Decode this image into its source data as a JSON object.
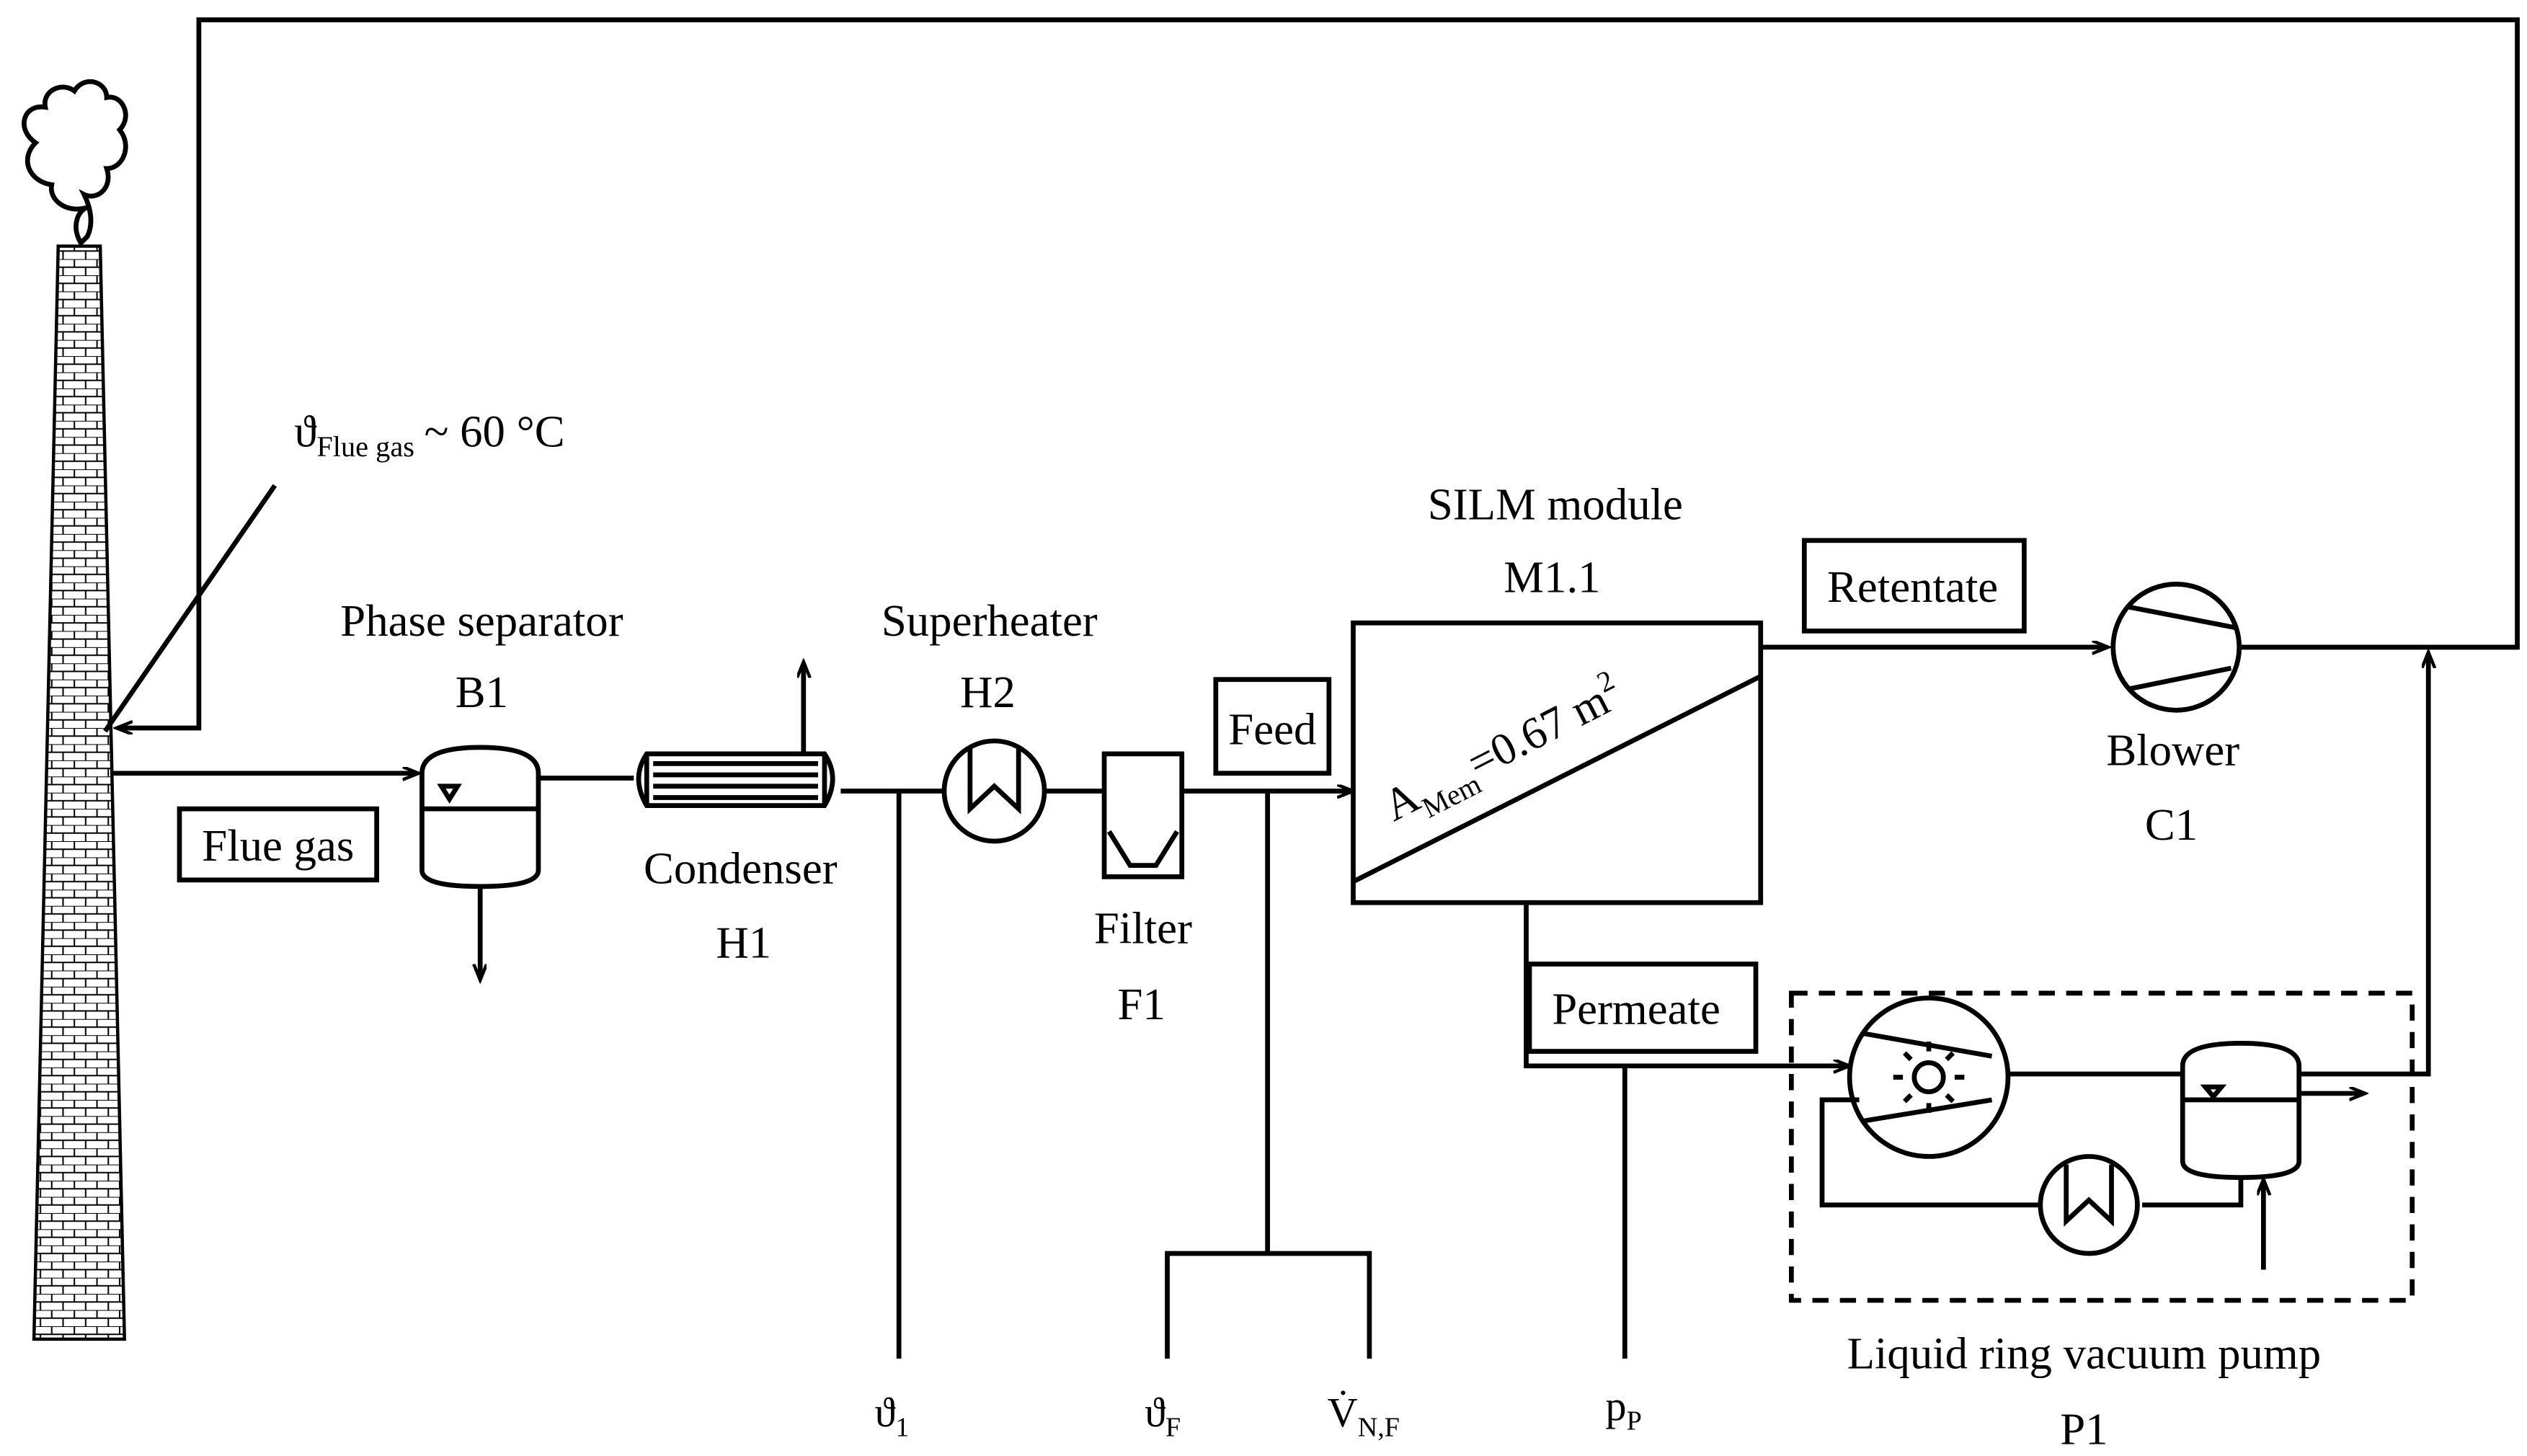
{
  "labels": {
    "flue_gas_temp": "ϑ",
    "flue_gas_temp_sub": "Flue gas",
    "flue_gas_temp_value": "~ 60 °C",
    "flue_gas": "Flue gas",
    "phase_separator": "Phase separator",
    "phase_separator_id": "B1",
    "condenser": "Condenser",
    "condenser_id": "H1",
    "superheater": "Superheater",
    "superheater_id": "H2",
    "filter": "Filter",
    "filter_id": "F1",
    "feed": "Feed",
    "silm_module": "SILM module",
    "silm_module_id": "M1.1",
    "membrane_area": "A",
    "membrane_area_sub": "Mem",
    "membrane_area_value": "=0.67 m",
    "membrane_area_sup": "2",
    "retentate": "Retentate",
    "blower": "Blower",
    "blower_id": "C1",
    "permeate": "Permeate",
    "vacuum_pump": "Liquid ring vacuum pump",
    "vacuum_pump_id": "P1"
  },
  "measurements": {
    "theta1": "ϑ",
    "theta1_sub": "1",
    "thetaF": "ϑ",
    "thetaF_sub": "F",
    "flow": "V̇",
    "flow_sub": "N,F",
    "pressure": "p",
    "pressure_sub": "P"
  }
}
